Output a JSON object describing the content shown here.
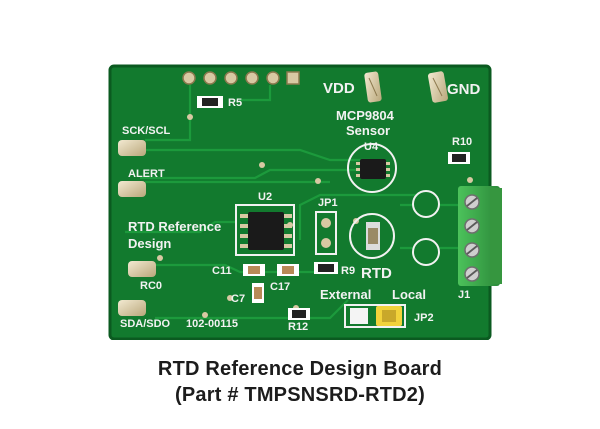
{
  "board": {
    "labels": {
      "vdd": "VDD",
      "gnd": "GND",
      "mcp": "MCP9804",
      "sensor": "Sensor",
      "u4": "U4",
      "r5": "R5",
      "r10": "R10",
      "sck": "SCK/SCL",
      "alert": "ALERT",
      "u2": "U2",
      "jp1": "JP1",
      "rtd_ref_1": "RTD Reference",
      "rtd_ref_2": "Design",
      "c11": "C11",
      "c17": "C17",
      "r9": "R9",
      "rtd": "RTD",
      "rc0": "RC0",
      "c7": "C7",
      "external": "External",
      "local": "Local",
      "j1": "J1",
      "sda": "SDA/SDO",
      "partno": "102-00115",
      "r12": "R12",
      "jp2": "JP2"
    },
    "colors": {
      "pcb": "#127a2e",
      "silk": "#f2f2f2",
      "pad": "#d8c9a3",
      "terminal": "#3fae4d",
      "jumper": "#f2d23b"
    }
  },
  "caption": {
    "line1": "RTD Reference Design Board",
    "line2": "(Part # TMPSNSRD-RTD2)"
  }
}
